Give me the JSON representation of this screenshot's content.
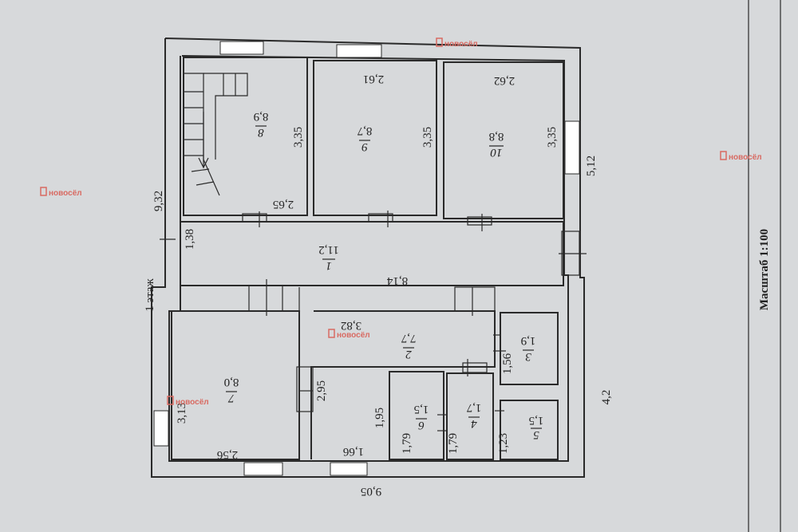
{
  "watermark": {
    "text": "новосёл"
  },
  "scale_label": "Масштаб 1:100",
  "floor_label": "1 этаж",
  "rooms": [
    {
      "id": "8",
      "no": "8",
      "area": "8,9"
    },
    {
      "id": "9",
      "no": "9",
      "area": "8,7"
    },
    {
      "id": "10",
      "no": "10",
      "area": "8,8"
    },
    {
      "id": "1",
      "no": "1",
      "area": "11,2"
    },
    {
      "id": "7",
      "no": "7",
      "area": "8,0"
    },
    {
      "id": "2",
      "no": "2",
      "area": "7,7"
    },
    {
      "id": "3",
      "no": "3",
      "area": "1,9"
    },
    {
      "id": "4",
      "no": "4",
      "area": "1,7"
    },
    {
      "id": "6",
      "no": "6",
      "area": "1,5"
    },
    {
      "id": "5",
      "no": "5",
      "area": "1,5"
    }
  ],
  "dimensions": {
    "d_3_35_a": "3,35",
    "d_3_35_b": "3,35",
    "d_3_35_c": "3,35",
    "d_2_61": "2,61",
    "d_2_62": "2,62",
    "d_2_65": "2,65",
    "d_9_32": "9,32",
    "d_5_12": "5,12",
    "d_1_38": "1,38",
    "d_8_14": "8,14",
    "d_3_82": "3,82",
    "d_1_56": "1,56",
    "d_3_13": "3,13",
    "d_2_95": "2,95",
    "d_1_95": "1,95",
    "d_4_2": "4,2",
    "d_1_79_a": "1,79",
    "d_1_79_b": "1,79",
    "d_1_23": "1,23",
    "d_2_56": "2,56",
    "d_1_66": "1,66",
    "d_9_05": "9,05"
  }
}
